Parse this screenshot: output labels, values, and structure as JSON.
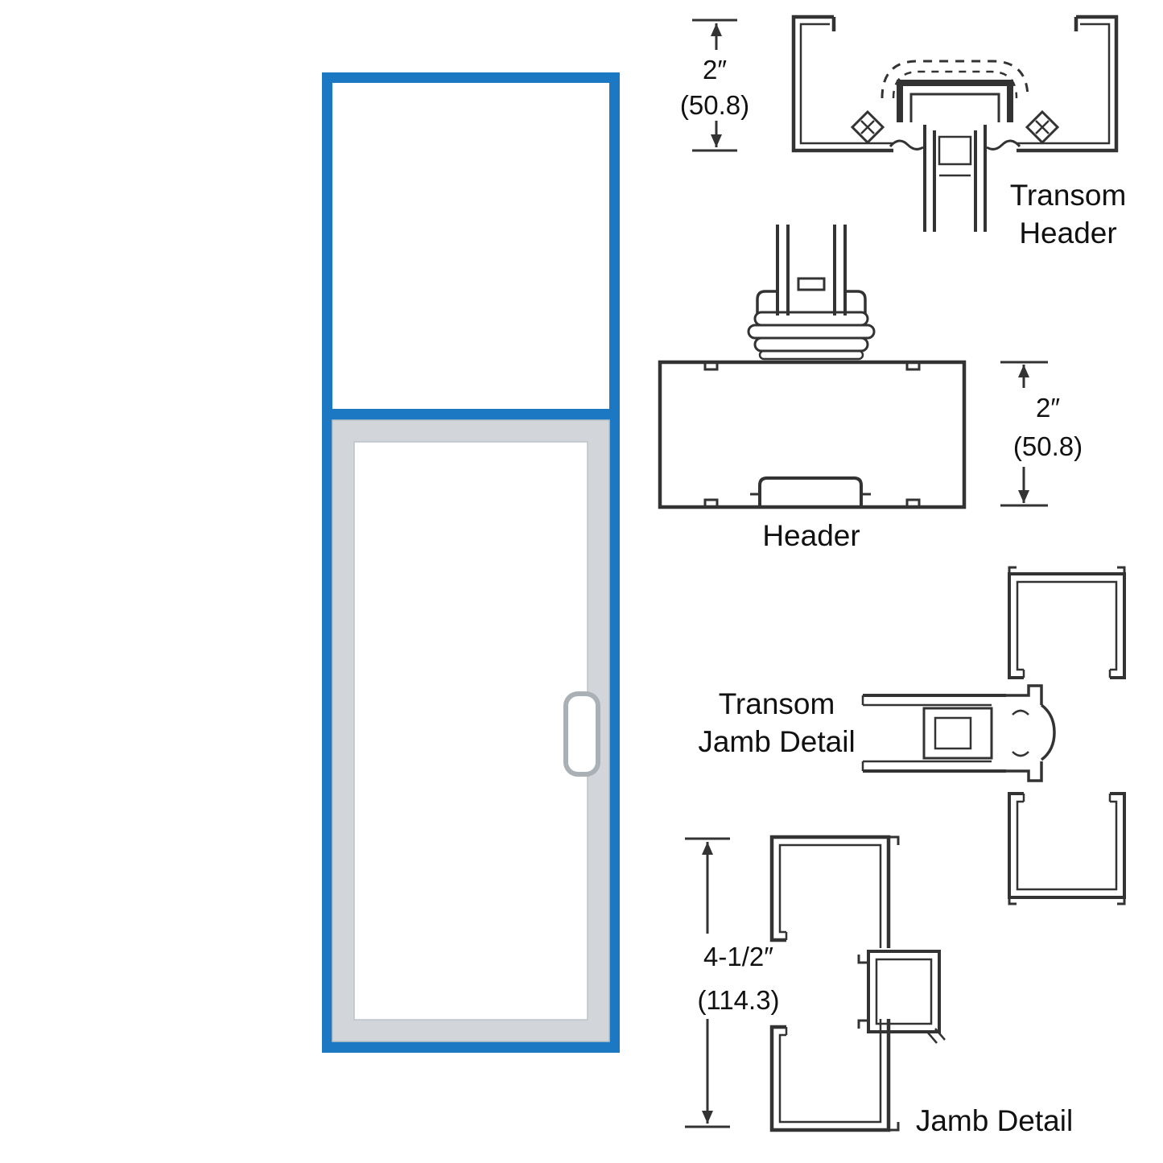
{
  "colors": {
    "frame_blue": "#1c78c2",
    "door_frame_gray": "#d2d6da",
    "line_color": "#333333",
    "text_color": "#111111"
  },
  "labels": {
    "transom_header_line1": "Transom",
    "transom_header_line2": "Header",
    "header": "Header",
    "transom_jamb_line1": "Transom",
    "transom_jamb_line2": "Jamb Detail",
    "jamb": "Jamb Detail"
  },
  "dimensions": {
    "transom_header": {
      "inches": "2″",
      "millimeters": "(50.8)"
    },
    "header": {
      "inches": "2″",
      "millimeters": "(50.8)"
    },
    "jamb": {
      "inches": "4-1/2″",
      "millimeters": "(114.3)"
    }
  }
}
